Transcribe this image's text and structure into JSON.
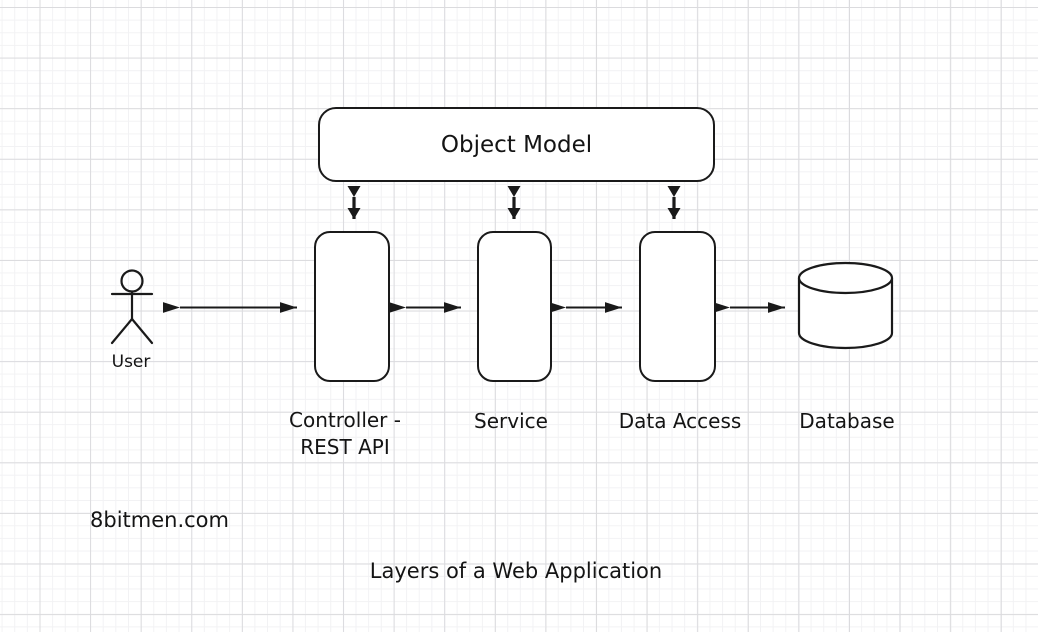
{
  "colors": {
    "ink": "#1a1a1a",
    "grid_major": "#dbdbde",
    "grid_minor": "#f2f2f4",
    "background": "#ffffff"
  },
  "diagram": {
    "title": "Layers of a Web Application",
    "watermark": "8bitmen.com",
    "object_model_label": "Object Model",
    "user_label": "User",
    "layers": {
      "controller_label": "Controller -\nREST API",
      "service_label": "Service",
      "data_access_label": "Data Access",
      "database_label": "Database"
    },
    "connections": [
      "User <-> Controller - REST API",
      "Controller - REST API <-> Service",
      "Service <-> Data Access",
      "Data Access <-> Database",
      "Object Model <-> Controller - REST API",
      "Object Model <-> Service",
      "Object Model <-> Data Access"
    ]
  }
}
